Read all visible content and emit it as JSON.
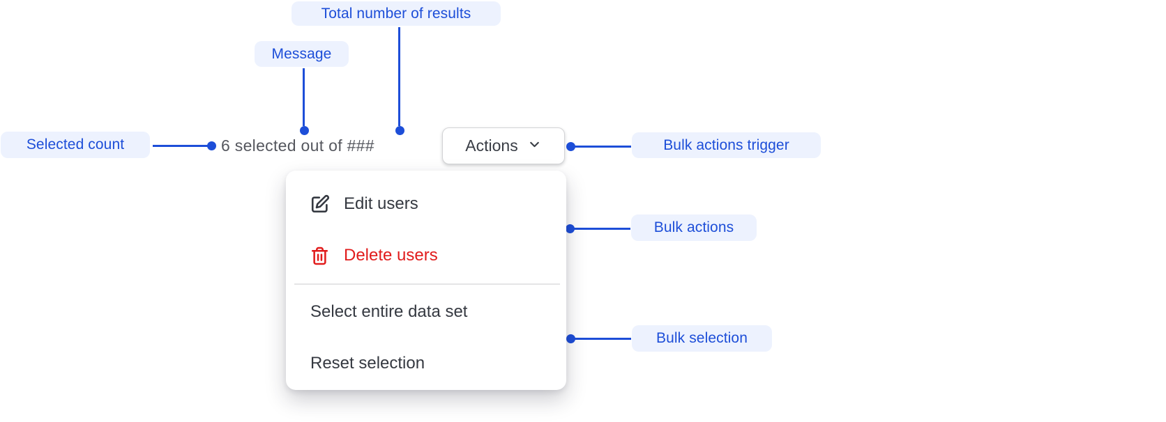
{
  "annotations": {
    "total_results_label": "Total number of results",
    "message_label": "Message",
    "selected_count_label": "Selected count",
    "bulk_actions_trigger_label": "Bulk actions trigger",
    "bulk_actions_label": "Bulk actions",
    "bulk_selection_label": "Bulk selection"
  },
  "bulk_component": {
    "selection_message": "6 selected out of ###",
    "actions_button_label": "Actions",
    "menu_items": {
      "edit": "Edit users",
      "delete": "Delete users",
      "select_all": "Select entire data set",
      "reset": "Reset selection"
    }
  },
  "icons": {
    "actions_button": "chevron-down-icon",
    "edit_item": "edit-pencil-icon",
    "delete_item": "trash-icon"
  },
  "colors": {
    "annotation_blue": "#1d4ed8",
    "annotation_pill_bg": "#edf2fe",
    "message_gray": "#55575e",
    "menu_text": "#353941",
    "danger_red": "#e11c1c",
    "divider": "#e4e4e6",
    "button_border": "#d3d4d6"
  }
}
